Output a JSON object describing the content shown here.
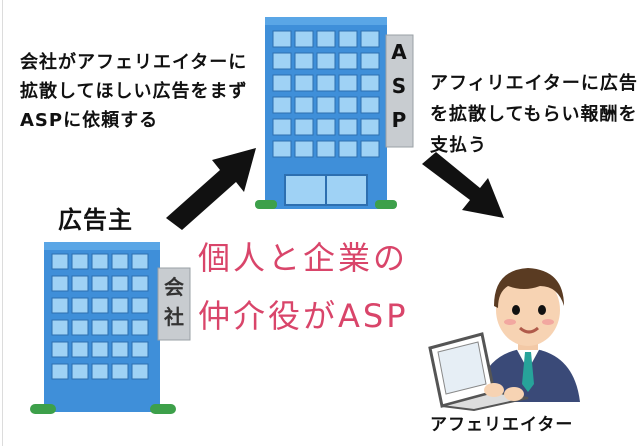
{
  "diagram": {
    "description_left": "会社がアフェリエイターに拡散してほしい広告をまずASPに依頼する",
    "description_right": "アフィリエイターに広告を拡散してもらい報酬を支払う",
    "advertiser_label": "広告主",
    "company_sign": "会社",
    "asp_sign": "ASP",
    "center_message_line1": "個人と企業の",
    "center_message_line2": "仲介役がASP",
    "affiliate_label": "アフェリエイター",
    "colors": {
      "building_blue": "#3f8fd9",
      "window_light": "#9fd2f5",
      "sign_gray": "#c8ccd0",
      "accent_pink": "#d9456a",
      "arrow": "#111111",
      "tie": "#27a39a",
      "suit": "#3a4a78"
    },
    "icons": [
      "office-building-icon",
      "asp-building-icon",
      "arrow-icon",
      "affiliate-person-icon",
      "laptop-icon"
    ]
  }
}
